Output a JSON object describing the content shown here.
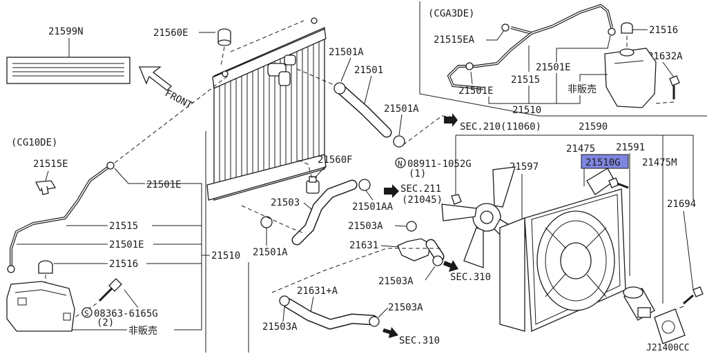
{
  "colors": {
    "highlight": "#7f86e0",
    "ink": "#1a1a1a",
    "background": "#ffffff"
  },
  "labels": {
    "p21599n": "21599N",
    "p21560e": "21560E",
    "front": "FRONT",
    "variant_cg10de": "(CG10DE)",
    "variant_cga3de": "(CGA3DE)",
    "p21515e": "21515E",
    "p21501e_a": "21501E",
    "p21515_a": "21515",
    "p21501e_b": "21501E",
    "p21516_a": "21516",
    "p21510_a": "21510",
    "bolt_08363": "08363-6165G",
    "bolt_08363_qty": "(2)",
    "bolt_08363_prefix": "S",
    "not_sold_a": "非販売",
    "p21501a_a": "21501A",
    "p21501": "21501",
    "p21501a_b": "21501A",
    "nut_08911": "08911-1052G",
    "nut_08911_qty": "(1)",
    "nut_08911_prefix": "N",
    "p21560f": "21560F",
    "p21503": "21503",
    "p21501aa": "21501AA",
    "sec211": "SEC.211",
    "sec211_sub": "(21045)",
    "p21501a_c": "21501A",
    "p21503a_a": "21503A",
    "p21631": "21631",
    "p21503a_b": "21503A",
    "sec310_a": "SEC.310",
    "p21631a": "21631+A",
    "p21503a_c": "21503A",
    "p21503a_d": "21503A",
    "sec310_b": "SEC.310",
    "sec210": "SEC.210(11060)",
    "p21515ea": "21515EA",
    "p21516_b": "21516",
    "p21632a": "21632A",
    "p21501e_c": "21501E",
    "p21515_b": "21515",
    "p21501e_d": "21501E",
    "not_sold_b": "非販売",
    "p21510_b": "21510",
    "p21590": "21590",
    "p21475": "21475",
    "p21591": "21591",
    "p21510g": "21510G",
    "p21475m": "21475M",
    "p21597": "21597",
    "p21694": "21694",
    "diagram_code": "J21400CC"
  }
}
